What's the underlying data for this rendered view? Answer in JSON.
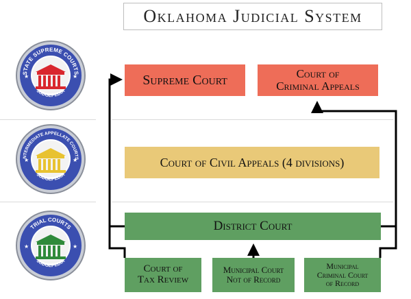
{
  "title": "Oklahoma Judicial System",
  "badges": {
    "supreme": {
      "top_text": "STATE SUPREME COURTS",
      "bottom_text": "JUDGEPEDIA",
      "color": "#d9272e"
    },
    "appellate": {
      "top_text": "INTERMEDIATE APPELLATE COURTS",
      "bottom_text": "JUDGEPEDIA",
      "color": "#e8c230"
    },
    "trial": {
      "top_text": "TRIAL COURTS",
      "bottom_text": "JUDGEPEDIA",
      "color": "#2f8a3a"
    }
  },
  "courts": {
    "supreme_court": "Supreme Court",
    "criminal_appeals_line1": "Court of",
    "criminal_appeals_line2": "Criminal Appeals",
    "civil_appeals": "Court of Civil Appeals (4 divisions)",
    "district_court": "District Court",
    "tax_review_line1": "Court of",
    "tax_review_line2": "Tax Review",
    "municipal_not_record_line1": "Municipal Court",
    "municipal_not_record_line2": "Not of Record",
    "municipal_record_line1": "Municipal",
    "municipal_record_line2": "Criminal Court",
    "municipal_record_line3": "of Record"
  },
  "colors": {
    "supreme_tier": "#ee6d58",
    "appellate_tier": "#e9c978",
    "trial_tier": "#5f9f61",
    "badge_ring": "#3b4fb0"
  }
}
